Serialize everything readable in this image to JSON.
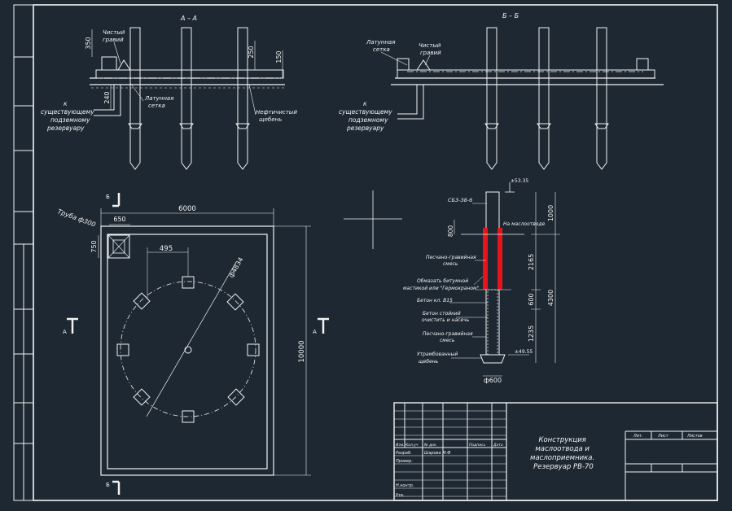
{
  "section_aa_title": "А – А",
  "section_bb_title": "Б – Б",
  "labels": {
    "clean_gravel": [
      "Чистый",
      "гравий"
    ],
    "brass_mesh_1": [
      "Латунная",
      "сетка"
    ],
    "brass_mesh_2": [
      "Латунная",
      "сетка"
    ],
    "clean_gravel_2": [
      "Чистый",
      "гравий"
    ],
    "oil_crushed": [
      "Нефтичистый",
      "щебень"
    ],
    "to_tank_1": [
      "к",
      "существующему",
      "подземному",
      "резервуару"
    ],
    "to_tank_2": [
      "к",
      "существующему",
      "подземному",
      "резервуару"
    ],
    "pipe": "Труба ф300",
    "elev_top": "±53.35",
    "csb": "СБ3-38-6",
    "oil_mark": "На маслоотводе",
    "sand1": [
      "Песчано-гравийная",
      "смесь"
    ],
    "bitumen": [
      "Обмазать битумной",
      "мастикой или \"Гермокраном\""
    ],
    "concrete_b15": "Бетон кл. В15",
    "concrete_resist": [
      "Бетон стойкий",
      "очистить и насечь"
    ],
    "sand2": [
      "Песчано-гравийная",
      "смесь"
    ],
    "crushed_bottom": [
      "Утрамбованный",
      "щебень"
    ],
    "elev_bottom": "±49.55",
    "axis_a_left": "А",
    "axis_a_right": "А",
    "axis_b_top": "Б",
    "axis_b_bottom": "Б"
  },
  "dims": {
    "d350": "350",
    "d250": "250",
    "d150": "150",
    "d240": "240",
    "d6000": "6000",
    "d650": "650",
    "d750": "750",
    "d495": "495",
    "d4834": "ф4834",
    "d10000": "10000",
    "d1000": "1000",
    "d800": "800",
    "d2165": "2165",
    "d600": "600",
    "d4300": "4300",
    "d1235": "1235",
    "d600b": "ф600"
  },
  "title_block": {
    "title": [
      "Конструкция",
      "маслоотвода и",
      "маслоприемника.",
      "Резервуар РВ-70"
    ],
    "stage": "Лит.",
    "sheet": "Лист",
    "sheets": "Листов",
    "row_dev": "Разраб.",
    "row_check": "Провер.",
    "row_ncontrol": "Н.контр.",
    "row_appr": "Утв.",
    "col_change": "Изм. Кол.уч",
    "col_sheet": "Лист",
    "col_doc": "№ док.",
    "col_sign": "Подпись",
    "col_date": "Дата",
    "dev_name": "Шарова М.Ф"
  },
  "colors": {
    "background": "#1d2833",
    "lines": "#f2f2f2",
    "accent_red": "#e8141b"
  }
}
